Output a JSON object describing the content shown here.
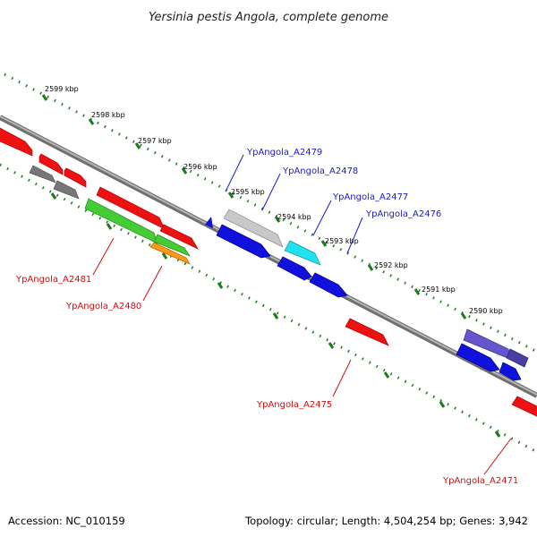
{
  "title": "Yersinia pestis Angola, complete genome",
  "footer": {
    "accession": "Accession: NC_010159",
    "summary": "Topology: circular; Length: 4,504,254 bp; Genes: 3,942"
  },
  "colors": {
    "backbone": "#8a8a8a",
    "tick": "#1f7a1f",
    "forward_label": "#1a1acc",
    "reverse_label": "#cc1111",
    "red": "#ee1111",
    "green": "#44cc33",
    "orange": "#ff9911",
    "blue": "#1111dd",
    "cyan": "#22e0ee",
    "gray": "#777777",
    "lightgray": "#c8c8c8",
    "purple": "#6655cc",
    "darkpurple": "#4a3fa0"
  },
  "scale_labels": [
    "2599 kbp",
    "2598 kbp",
    "2597 kbp",
    "2596 kbp",
    "2595 kbp",
    "2594 kbp",
    "2593 kbp",
    "2592 kbp",
    "2591 kbp",
    "2590 kbp"
  ],
  "gene_labels": {
    "forward": [
      "YpAngola_A2479",
      "YpAngola_A2478",
      "YpAngola_A2477",
      "YpAngola_A2476"
    ],
    "reverse": [
      "YpAngola_A2481",
      "YpAngola_A2480",
      "YpAngola_A2475",
      "YpAngola_A2471"
    ]
  }
}
